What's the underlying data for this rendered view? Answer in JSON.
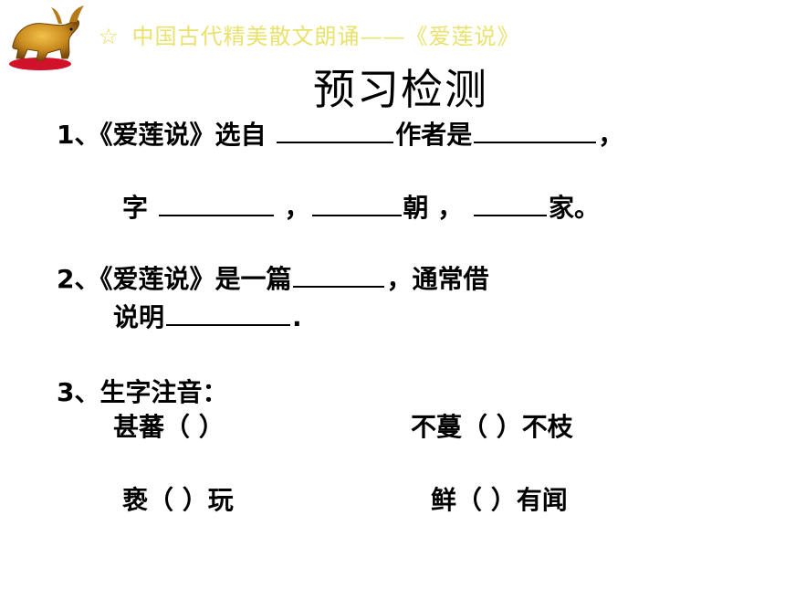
{
  "header": {
    "star": "☆",
    "text": "中国古代精美散文朗诵——《爱莲说》"
  },
  "title": "预习检测",
  "q1": {
    "line1_prefix": "1、《爱莲说》选自",
    "line1_mid": "作者是",
    "line1_end": "，",
    "line2_a": "字",
    "line2_b": "，",
    "line2_c": "朝 ，",
    "line2_d": "家。"
  },
  "q2": {
    "line1_prefix": "2、《爱莲说》是一篇",
    "line1_end": "，通常借",
    "line2_prefix": "说明",
    "line2_end": "."
  },
  "q3": {
    "heading": "3、生字注音：",
    "items": [
      {
        "text": "甚蕃（        ）"
      },
      {
        "text": "不蔓（          ）不枝"
      },
      {
        "text": "亵（         ）玩"
      },
      {
        "text": "鲜（        ）有闻"
      }
    ]
  },
  "colors": {
    "header_text": "#e9e26c",
    "bull_gold": "#c98a1e",
    "bull_red": "#d1122a"
  }
}
